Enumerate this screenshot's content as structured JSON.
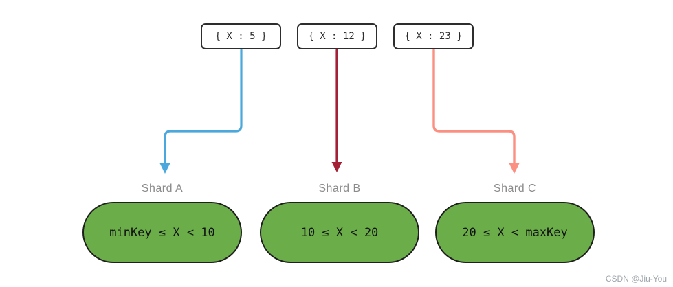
{
  "diagram": {
    "documents": [
      {
        "label": "{ X : 5 }"
      },
      {
        "label": "{ X : 12 }"
      },
      {
        "label": "{ X : 23 }"
      }
    ],
    "shards": [
      {
        "name": "Shard A",
        "range": "minKey ≤ X < 10",
        "arrow_color": "#4AA8DC"
      },
      {
        "name": "Shard B",
        "range": "10 ≤ X < 20",
        "arrow_color": "#A32036"
      },
      {
        "name": "Shard C",
        "range": "20 ≤ X < maxKey",
        "arrow_color": "#FB9082"
      }
    ],
    "colors": {
      "shard_fill": "#6BAE49",
      "shard_border": "#1F1F1F",
      "doc_border": "#2D2D2D",
      "shard_label": "#8B8B8B",
      "watermark": "#9FA6AC"
    },
    "watermark": "CSDN @Jiu-You"
  }
}
